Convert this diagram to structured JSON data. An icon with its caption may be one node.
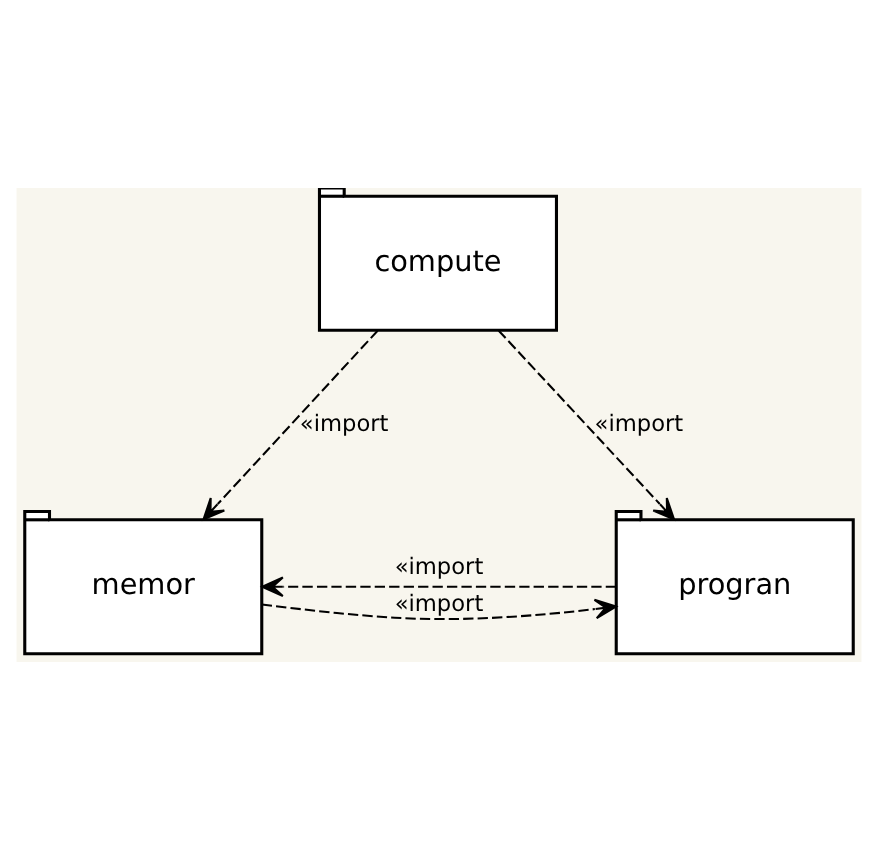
{
  "diagram": {
    "nodes": [
      {
        "text": [
          "compute"
        ]
      },
      {
        "text": [
          "memor"
        ]
      },
      {
        "text": [
          "progran"
        ]
      }
    ],
    "edges": [
      {
        "from": 0,
        "to": 1,
        "arrow": "to",
        "label": "«import",
        "style": "dashed"
      },
      {
        "from": 0,
        "to": 2,
        "arrow": "to",
        "label": "«import",
        "style": "dashed"
      },
      {
        "from": 2,
        "to": 1,
        "arrow": "to",
        "label": "«import",
        "style": "dashed"
      },
      {
        "from": 1,
        "to": 2,
        "arrow": "to",
        "label": "«import",
        "style": "dashed"
      }
    ]
  }
}
